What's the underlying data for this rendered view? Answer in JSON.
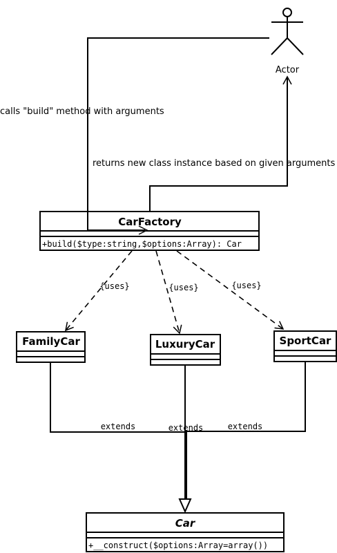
{
  "actor": {
    "label": "Actor"
  },
  "notes": {
    "calls": "calls \"build\" method with arguments",
    "returns": "returns new class instance based on given arguments"
  },
  "classes": {
    "car_factory": {
      "name": "CarFactory",
      "method": "+build($type:string,$options:Array): Car"
    },
    "family_car": {
      "name": "FamilyCar"
    },
    "luxury_car": {
      "name": "LuxuryCar"
    },
    "sport_car": {
      "name": "SportCar"
    },
    "car": {
      "name": "Car",
      "method": "+__construct($options:Array=array())"
    }
  },
  "relations": {
    "uses_family": "{uses}",
    "uses_luxury": "{uses}",
    "uses_sport": "{uses}",
    "extends_family": "extends",
    "extends_luxury": "extends",
    "extends_sport": "extends"
  }
}
